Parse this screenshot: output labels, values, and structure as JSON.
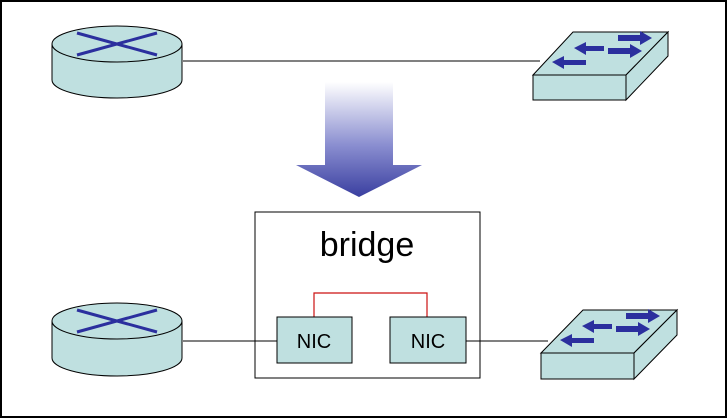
{
  "bridge": {
    "title": "bridge",
    "nic_left_label": "NIC",
    "nic_right_label": "NIC"
  },
  "icons": {
    "router": "router-icon",
    "switch": "switch-icon",
    "arrow": "down-arrow-icon"
  },
  "colors": {
    "device_fill": "#bfe0e0",
    "device_mark": "#2b2f9e",
    "nic_fill": "#bfe0e0",
    "nic_link": "#cc1111",
    "arrow_dark": "#3a3fa0"
  }
}
